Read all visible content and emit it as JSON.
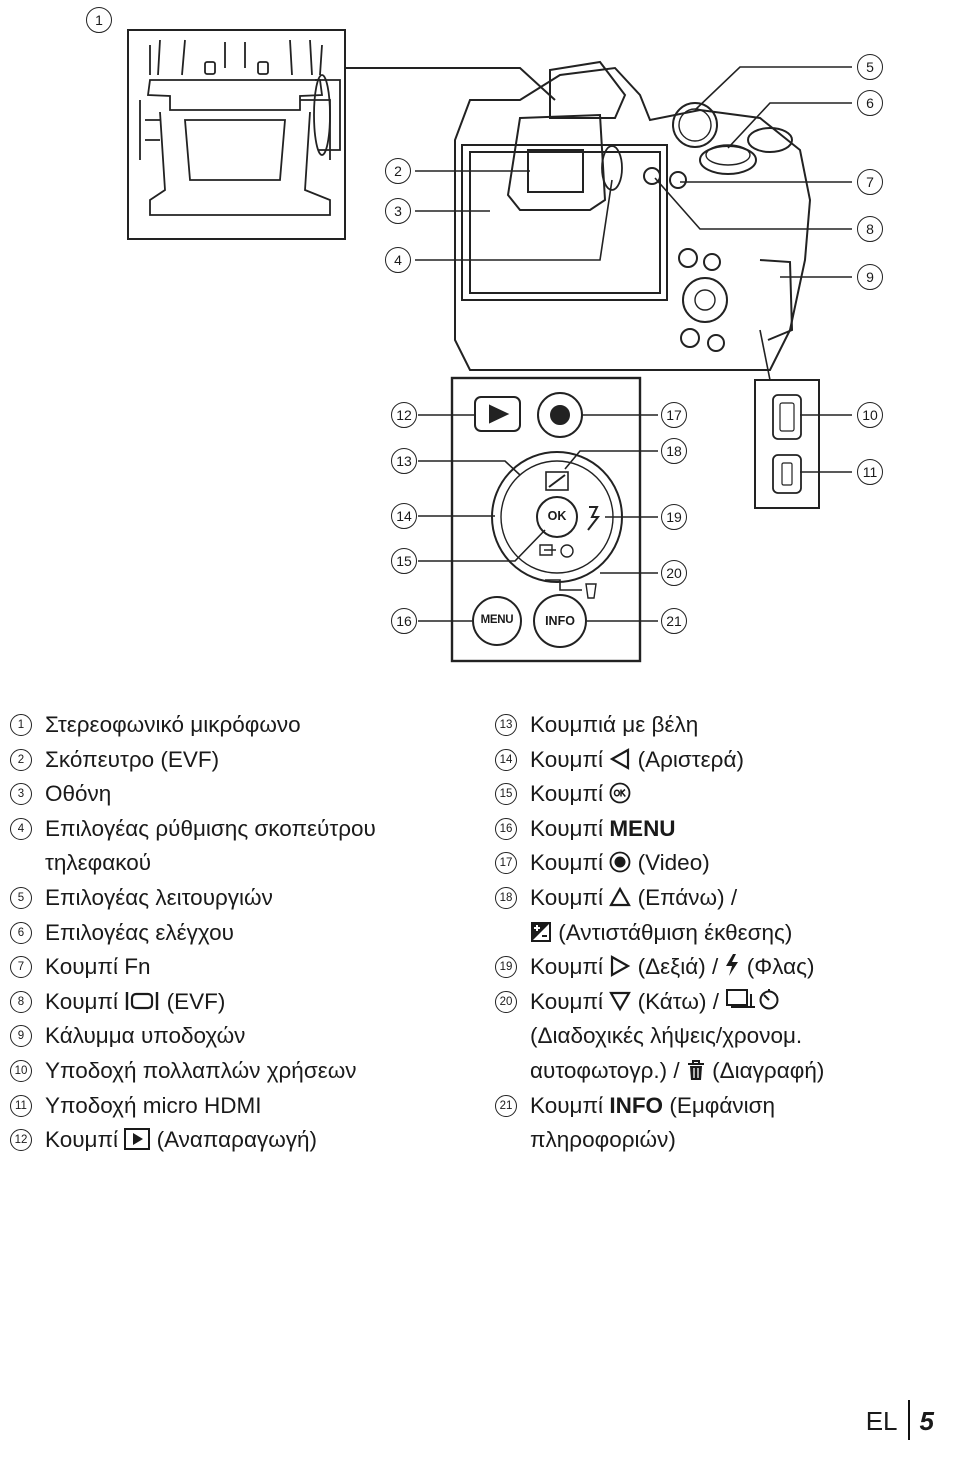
{
  "callouts": [
    "1",
    "2",
    "3",
    "4",
    "5",
    "6",
    "7",
    "8",
    "9",
    "10",
    "11",
    "12",
    "13",
    "14",
    "15",
    "16",
    "17",
    "18",
    "19",
    "20",
    "21"
  ],
  "buttons": {
    "ok": "OK",
    "menu": "MENU",
    "info": "INFO"
  },
  "legend_left": [
    {
      "num": "1",
      "text": "Στερεοφωνικό μικρόφωνο"
    },
    {
      "num": "2",
      "text": "Σκόπευτρο (EVF)"
    },
    {
      "num": "3",
      "text": "Οθόνη"
    },
    {
      "num": "4",
      "text": "Επιλογέας ρύθμισης σκοπεύτρου",
      "text2": "τηλεφακού"
    },
    {
      "num": "5",
      "text": "Επιλογέας λειτουργιών"
    },
    {
      "num": "6",
      "text": "Επιλογέας ελέγχου"
    },
    {
      "num": "7",
      "text": "Κουμπί Fn"
    },
    {
      "num": "8",
      "pre": "Κουμπί",
      "icon": "evf-icon",
      "post": "(EVF)"
    },
    {
      "num": "9",
      "text": "Κάλυμμα υποδοχών"
    },
    {
      "num": "10",
      "text": "Υποδοχή πολλαπλών χρήσεων"
    },
    {
      "num": "11",
      "text": "Υποδοχή micro HDMI"
    },
    {
      "num": "12",
      "pre": "Κουμπί",
      "icon": "playback-icon",
      "post": "(Αναπαραγωγή)"
    }
  ],
  "legend_right": [
    {
      "num": "13",
      "text": "Κουμπιά με βέλη"
    },
    {
      "num": "14",
      "pre": "Κουμπί",
      "icon": "left-arrow-icon",
      "post": "(Αριστερά)"
    },
    {
      "num": "15",
      "pre": "Κουμπί",
      "icon": "ok-icon",
      "post": ""
    },
    {
      "num": "16",
      "pre": "Κουμπί",
      "bold": "MENU",
      "post": ""
    },
    {
      "num": "17",
      "pre": "Κουμπί",
      "icon": "movie-record-icon",
      "post": "(Video)"
    },
    {
      "num": "18",
      "pre": "Κουμπί",
      "icon": "up-arrow-icon",
      "post": "(Επάνω) /",
      "line2_icon": "exposure-comp-icon",
      "line2": "(Αντιστάθμιση έκθεσης)"
    },
    {
      "num": "19",
      "pre": "Κουμπί",
      "icon": "right-arrow-icon",
      "mid": "(Δεξιά) /",
      "icon2": "flash-icon",
      "post": "(Φλας)"
    },
    {
      "num": "20",
      "pre": "Κουμπί",
      "icon": "down-arrow-icon",
      "mid": "(Κάτω) /",
      "icon2": "drive-timer-icon",
      "line2": "(Διαδοχικές λήψεις/χρονομ.",
      "line3_pre": "αυτοφωτογρ.) /",
      "line3_icon": "trash-icon",
      "line3_post": "(Διαγραφή)"
    },
    {
      "num": "21",
      "pre": "Κουμπί",
      "bold": "INFO",
      "post": "(Εμφάνιση",
      "line2": "πληροφοριών)"
    }
  ],
  "footer": {
    "lang": "EL",
    "page": "5"
  }
}
